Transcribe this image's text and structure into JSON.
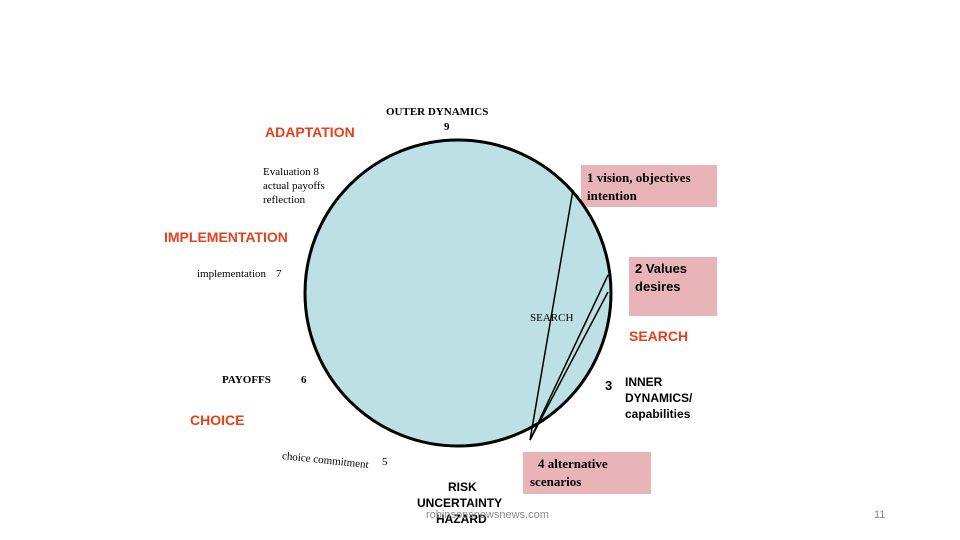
{
  "diagram": {
    "top_label": "OUTER DYNAMICS",
    "top_number": "9",
    "phases": {
      "adaptation": "ADAPTATION",
      "implementation": "IMPLEMENTATION",
      "choice": "CHOICE",
      "search": "SEARCH"
    },
    "left_items": {
      "evaluation": "Evaluation 8",
      "actual_payoffs": "actual payoffs",
      "reflection": "reflection",
      "implementation": "implementation",
      "implementation_num": "7",
      "payoffs": "PAYOFFS",
      "payoffs_num": "6",
      "choice_commitment": "choice commitment",
      "choice_commitment_num": "5"
    },
    "inner_search": "SEARCH",
    "right_boxes": {
      "box1_line1": "1  vision, objectives",
      "box1_line2": "intention",
      "box2_line1": "2   Values",
      "box2_line2": "desires",
      "item3_num": "3",
      "item3_line1": "INNER",
      "item3_line2": "DYNAMICS/",
      "item3_line3": "capabilities",
      "box4_line1": "4 alternative",
      "box4_line2": "scenarios"
    },
    "bottom": {
      "line1": "RISK",
      "line2": "UNCERTAINTY",
      "line3": "HAZARD"
    },
    "colors": {
      "circle_fill": "#bde0e4",
      "pink_box": "#e8b4b8",
      "accent_red": "#e8401c"
    }
  },
  "footer": {
    "source": "robinsonsnewsnews.com",
    "page_number": "11"
  }
}
